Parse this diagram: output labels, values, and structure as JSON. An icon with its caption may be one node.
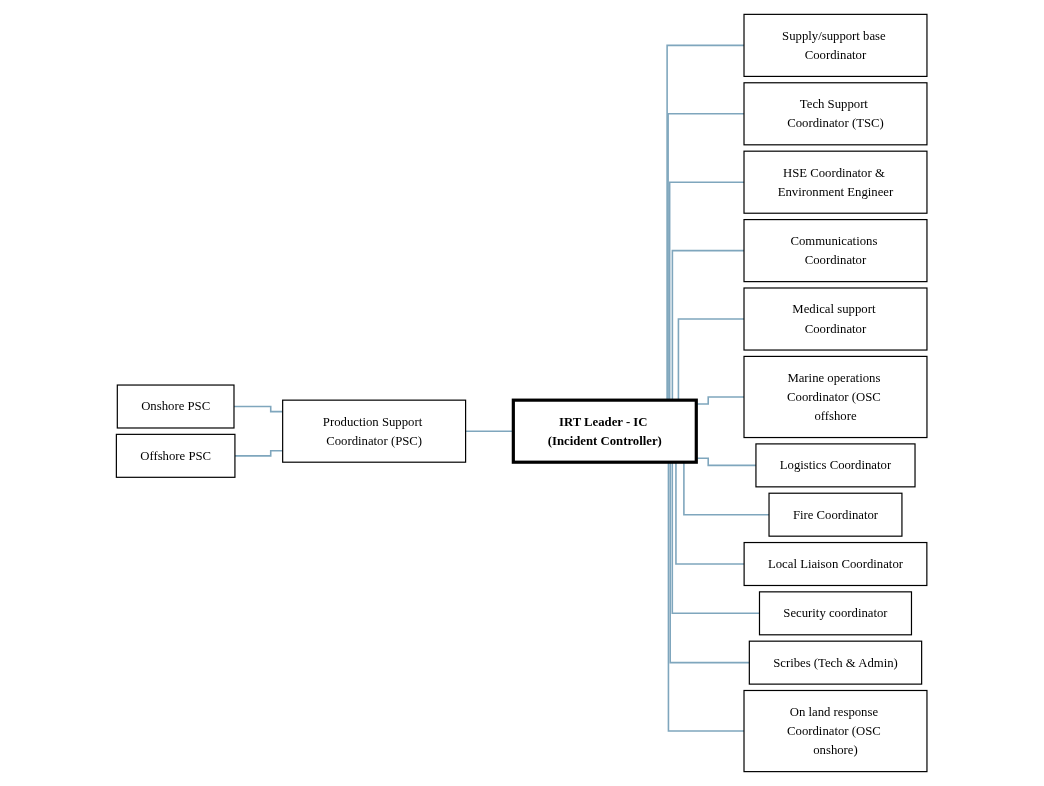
{
  "diagram": {
    "nodes": [
      {
        "text": [
          "Onshore PSC"
        ]
      },
      {
        "text": [
          "Offshore PSC"
        ]
      },
      {
        "text": [
          "Production Support Coordinator (PSC)"
        ]
      },
      {
        "text": [
          "IRT Leader - IC (Incident Controller)"
        ]
      },
      {
        "text": [
          "Supply/support base Coordinator"
        ]
      },
      {
        "text": [
          "Tech Support Coordinator (TSC)"
        ]
      },
      {
        "text": [
          "Logistics Coordinator"
        ]
      },
      {
        "text": [
          "Fire Coordinator"
        ]
      },
      {
        "text": [
          "HSE Coordinator & Environment Engineer"
        ]
      },
      {
        "text": [
          "Local Liaison Coordinator"
        ]
      },
      {
        "text": [
          "Communications Coordinator"
        ]
      },
      {
        "text": [
          "Security coordinator"
        ]
      },
      {
        "text": [
          "Medical support Coordinator"
        ]
      },
      {
        "text": [
          "Scribes (Tech & Admin)"
        ]
      },
      {
        "text": [
          "Marine operations Coordinator (OSC offshore"
        ]
      },
      {
        "text": [
          "On land response Coordinator (OSC onshore)"
        ]
      }
    ],
    "edges": [
      {
        "from": 0,
        "to": 2,
        "arrow": "none"
      },
      {
        "from": 1,
        "to": 2,
        "arrow": "none"
      },
      {
        "from": 2,
        "to": 3,
        "arrow": "none"
      },
      {
        "from": 3,
        "to": 4,
        "arrow": "none"
      },
      {
        "from": 3,
        "to": 5,
        "arrow": "none"
      },
      {
        "from": 3,
        "to": 8,
        "arrow": "none"
      },
      {
        "from": 3,
        "to": 10,
        "arrow": "none"
      },
      {
        "from": 3,
        "to": 12,
        "arrow": "none"
      },
      {
        "from": 3,
        "to": 14,
        "arrow": "none"
      },
      {
        "from": 3,
        "to": 6,
        "arrow": "none"
      },
      {
        "from": 3,
        "to": 7,
        "arrow": "none"
      },
      {
        "from": 3,
        "to": 9,
        "arrow": "none"
      },
      {
        "from": 3,
        "to": 11,
        "arrow": "none"
      },
      {
        "from": 3,
        "to": 13,
        "arrow": "none"
      },
      {
        "from": 3,
        "to": 15,
        "arrow": "none"
      }
    ]
  }
}
